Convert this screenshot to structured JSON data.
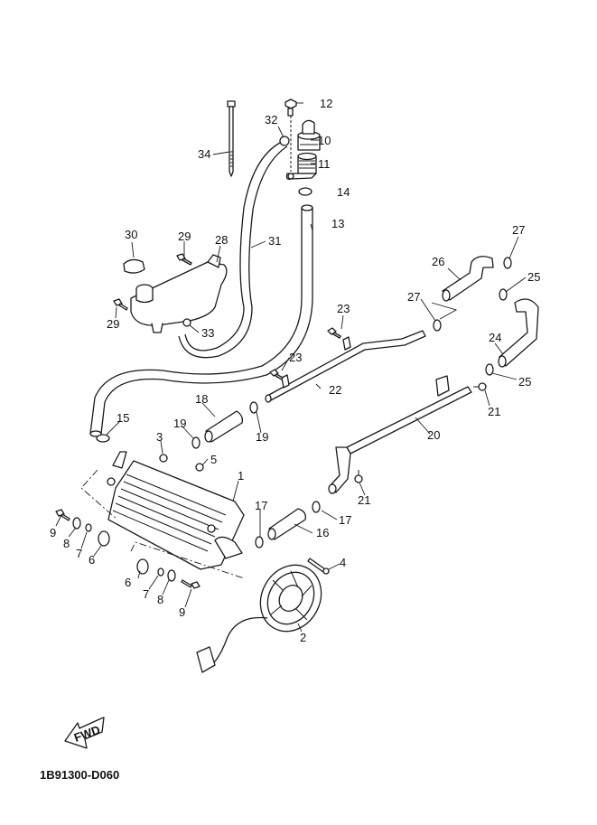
{
  "diagram": {
    "title_code": "1B91300-D060",
    "direction_marker": "FWD",
    "callouts": [
      {
        "id": "1",
        "part": "radiator"
      },
      {
        "id": "2",
        "part": "fan-motor-assembly"
      },
      {
        "id": "3",
        "part": "nut"
      },
      {
        "id": "4",
        "part": "screw"
      },
      {
        "id": "5",
        "part": "nut"
      },
      {
        "id": "6",
        "part": "grommet"
      },
      {
        "id": "7",
        "part": "collar"
      },
      {
        "id": "8",
        "part": "washer"
      },
      {
        "id": "9",
        "part": "bolt"
      },
      {
        "id": "10",
        "part": "radiator-cap"
      },
      {
        "id": "11",
        "part": "filler-neck"
      },
      {
        "id": "12",
        "part": "bolt"
      },
      {
        "id": "13",
        "part": "hose"
      },
      {
        "id": "14",
        "part": "clamp"
      },
      {
        "id": "15",
        "part": "clamp"
      },
      {
        "id": "16",
        "part": "hose"
      },
      {
        "id": "17",
        "part": "clamp"
      },
      {
        "id": "18",
        "part": "hose"
      },
      {
        "id": "19",
        "part": "clamp"
      },
      {
        "id": "20",
        "part": "pipe"
      },
      {
        "id": "21",
        "part": "bolt"
      },
      {
        "id": "22",
        "part": "pipe"
      },
      {
        "id": "23",
        "part": "bolt"
      },
      {
        "id": "24",
        "part": "hose"
      },
      {
        "id": "25",
        "part": "clamp"
      },
      {
        "id": "26",
        "part": "hose"
      },
      {
        "id": "27",
        "part": "clamp"
      },
      {
        "id": "28",
        "part": "reservoir-tank"
      },
      {
        "id": "29",
        "part": "bolt"
      },
      {
        "id": "30",
        "part": "reservoir-cap"
      },
      {
        "id": "31",
        "part": "hose"
      },
      {
        "id": "32",
        "part": "nut"
      },
      {
        "id": "33",
        "part": "nut"
      },
      {
        "id": "34",
        "part": "cable-tie"
      }
    ],
    "labels": {
      "l1": "1",
      "l2": "2",
      "l3": "3",
      "l4": "4",
      "l5": "5",
      "l6a": "6",
      "l6b": "6",
      "l7a": "7",
      "l7b": "7",
      "l8a": "8",
      "l8b": "8",
      "l9a": "9",
      "l9b": "9",
      "l10": "10",
      "l11": "11",
      "l12": "12",
      "l13": "13",
      "l14": "14",
      "l15": "15",
      "l16": "16",
      "l17a": "17",
      "l17b": "17",
      "l18": "18",
      "l19a": "19",
      "l19b": "19",
      "l20": "20",
      "l21a": "21",
      "l21b": "21",
      "l22": "22",
      "l23a": "23",
      "l23b": "23",
      "l24": "24",
      "l25a": "25",
      "l25b": "25",
      "l26": "26",
      "l27a": "27",
      "l27b": "27",
      "l28": "28",
      "l29a": "29",
      "l29b": "29",
      "l30": "30",
      "l31": "31",
      "l32": "32",
      "l33": "33",
      "l34": "34"
    }
  }
}
